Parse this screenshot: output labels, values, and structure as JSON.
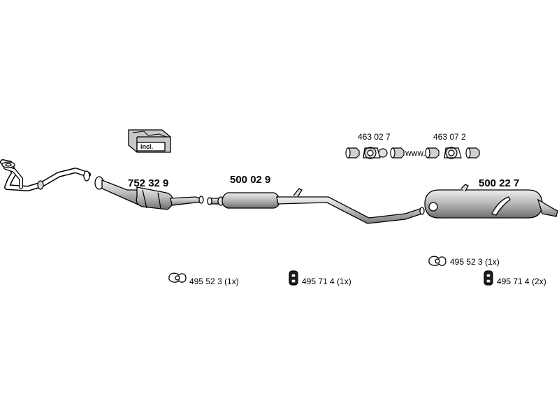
{
  "parts": {
    "catalytic_converter": {
      "number": "752 32 9"
    },
    "front_silencer": {
      "number": "500 02 9"
    },
    "rear_silencer": {
      "number": "500 22 7"
    },
    "fitting_kit": {
      "label": "incl."
    }
  },
  "clamps": {
    "clamp_a": {
      "number": "463 02 7"
    },
    "clamp_b": {
      "number": "463 07 2"
    },
    "separator": "www."
  },
  "accessories": [
    {
      "number": "495 52 3",
      "qty": "(1x)",
      "icon": "gasket-ring-icon"
    },
    {
      "number": "495 71 4",
      "qty": "(1x)",
      "icon": "rubber-mount-icon"
    },
    {
      "number": "495 52 3",
      "qty": "(1x)",
      "icon": "gasket-ring-icon"
    },
    {
      "number": "495 71 4",
      "qty": "(2x)",
      "icon": "rubber-mount-icon"
    }
  ],
  "colors": {
    "line": "#000000",
    "fill_light": "#d8d8d8",
    "fill_mid": "#a8a8a8",
    "background": "#ffffff"
  }
}
